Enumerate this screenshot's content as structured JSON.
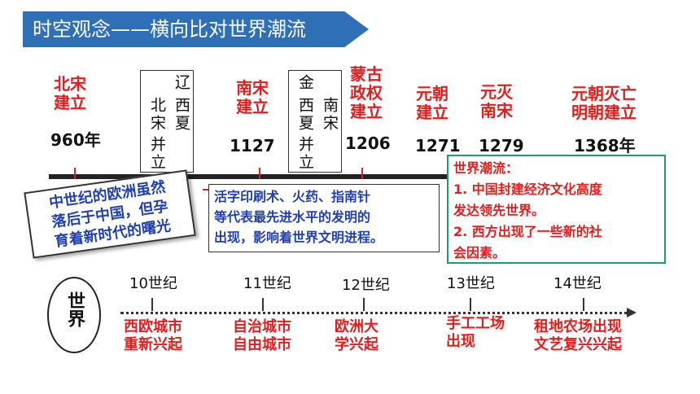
{
  "header": {
    "title": "时空观念——横向比对世界潮流"
  },
  "china_timeline": {
    "events": [
      {
        "label_line1": "北宋",
        "label_line2": "建立",
        "year": "960年"
      },
      {
        "label_line1": "南宋",
        "label_line2": "建立",
        "year": "1127"
      },
      {
        "label_line1": "蒙古",
        "label_line2": "政权",
        "label_line3": "建立",
        "year": "1206"
      },
      {
        "label_line1": "元朝",
        "label_line2": "建立",
        "year": "1271"
      },
      {
        "label_line1": "元灭",
        "label_line2": "南宋",
        "year": "1279"
      },
      {
        "label_line1": "元朝灭亡",
        "label_line2": "明朝建立",
        "year": "1368年"
      }
    ],
    "vertical_box_1": {
      "col1": "辽",
      "col2": "西夏",
      "col3": "北宋",
      "col4": "并立"
    },
    "vertical_box_2": {
      "col1": "金",
      "col2": "西夏",
      "col3": "南宋",
      "col4": "并立"
    }
  },
  "callouts": {
    "europe_note": {
      "line1": "中世纪的欧洲虽然",
      "line2": "落后于中国，但孕",
      "line3": "育着新时代的曙光"
    },
    "inventions_note": {
      "line1": "活字印刷术、火药、指南针",
      "line2": "等代表最先进水平的发明的",
      "line3": "出现，影响着世界文明进程。"
    },
    "world_trend": {
      "line1": "世界潮流：",
      "line2": "1. 中国封建经济文化高度",
      "line3": "发达领先世界。",
      "line4": "2. 西方出现了一些新的社",
      "line5": "会因素。"
    }
  },
  "world_timeline": {
    "label": "世界",
    "centuries": [
      {
        "label": "10世纪",
        "event_line1": "西欧城市",
        "event_line2": "重新兴起"
      },
      {
        "label": "11世纪",
        "event_line1": "自治城市",
        "event_line2": "自由城市"
      },
      {
        "label": "12世纪",
        "event_line1": "欧洲大",
        "event_line2": "学兴起"
      },
      {
        "label": "13世纪",
        "event_line1": "手工工场",
        "event_line2": "出现"
      },
      {
        "label": "14世纪",
        "event_line1": "租地农场出现",
        "event_line2": "文艺复兴兴起"
      }
    ]
  },
  "colors": {
    "header_blue": "#2f6fb6",
    "event_red": "#e01e1e",
    "note_blue": "#1f3fb2",
    "trend_border_green": "#1e9a6b"
  }
}
